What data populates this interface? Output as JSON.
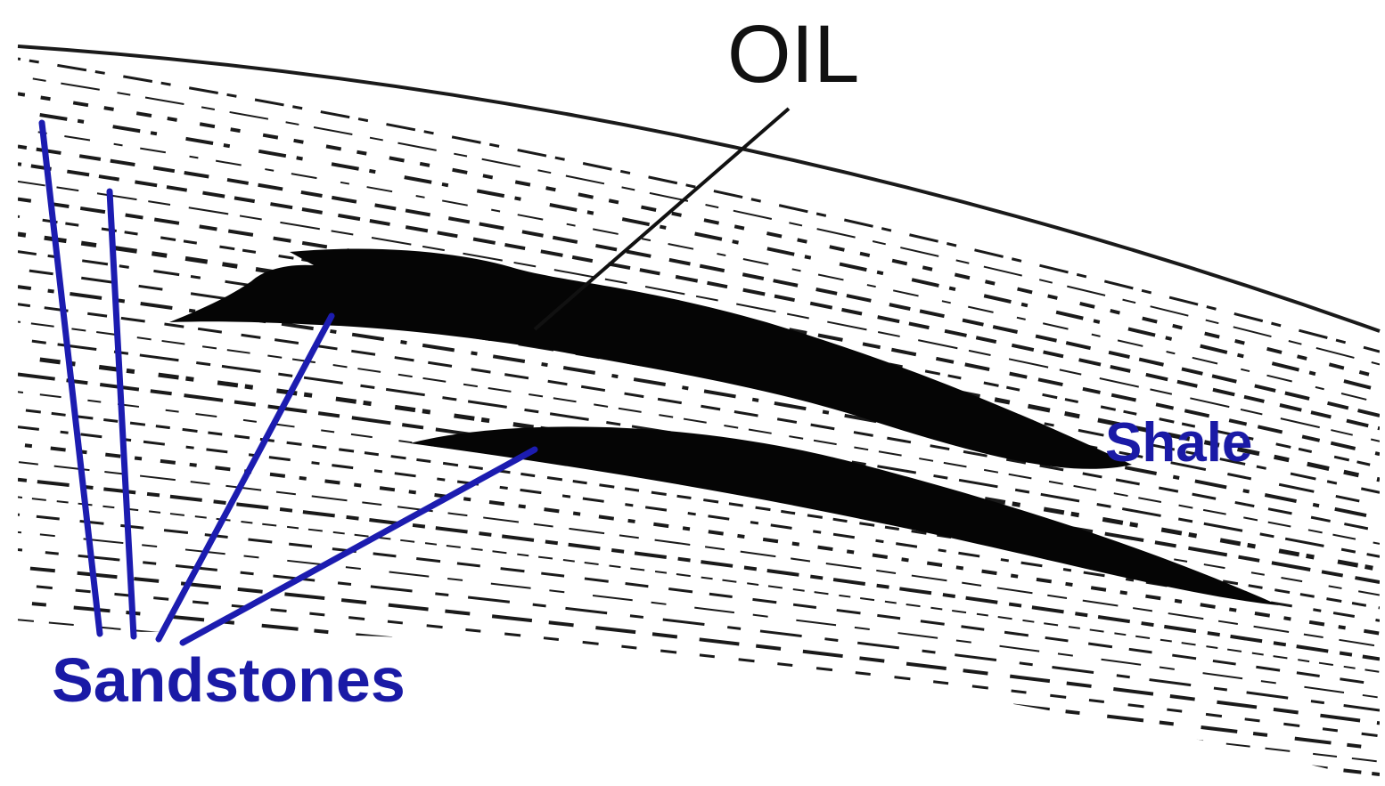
{
  "labels": {
    "oil": "OIL",
    "sandstones": "Sandstones",
    "shale": "Shale"
  },
  "colors": {
    "background": "#ffffff",
    "rock": "#1a1a1a",
    "oil": "#050505",
    "label_blue": "#1a1aa6",
    "pointer_blue": "#1c1cb0",
    "label_black": "#111111"
  }
}
